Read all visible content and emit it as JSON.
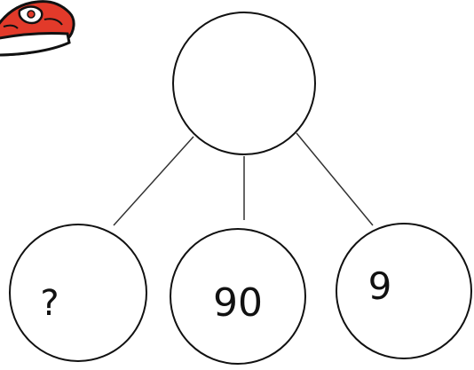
{
  "diagram": {
    "type": "number-bond",
    "whole": "",
    "parts": [
      "?",
      "90",
      "9"
    ]
  },
  "decoration": {
    "icon": "red-cartoon-shoe-icon"
  }
}
